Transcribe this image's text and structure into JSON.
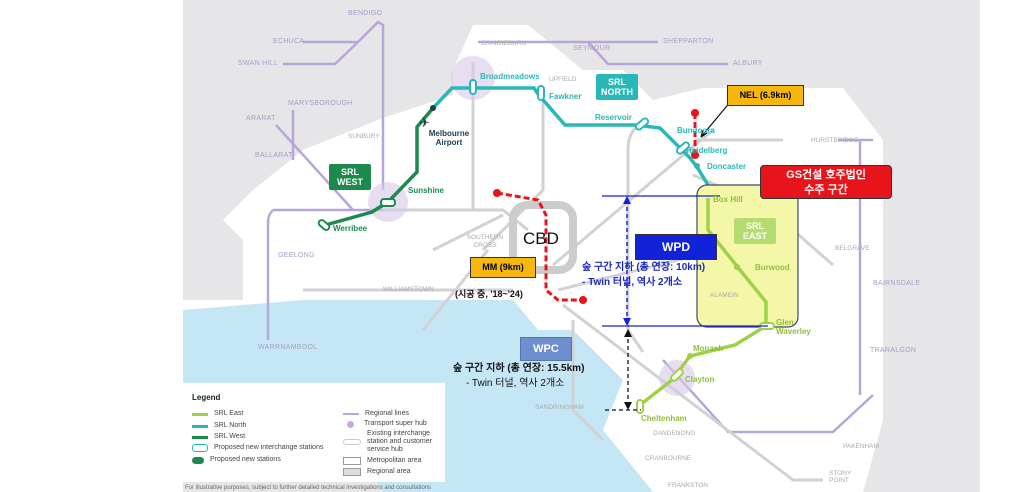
{
  "regional_labels": [
    "ECHUCA",
    "BENDIGO",
    "SWAN HILL",
    "SEYMOUR",
    "SHEPPARTON",
    "ALBURY",
    "MARYSBOROUGH",
    "ARARAT",
    "BALLARAT",
    "GEELONG",
    "WARRNAMBOOL",
    "BAIRNSDALE",
    "TRARALGON"
  ],
  "metro_labels": [
    "CRAIGIEBURN",
    "UPFIELD",
    "SUNBURY",
    "SOUTHERN CROSS",
    "WILLIAMSTOWN",
    "HURSTBRIDGE",
    "BELGRAVE",
    "ALAMEIN",
    "SANDRINGHAM",
    "DANDENONG",
    "CRANBOURNE",
    "PAKENHAM",
    "FRANKSTON",
    "STONY POINT"
  ],
  "stations": {
    "werribee": "Werribee",
    "sunshine": "Sunshine",
    "airport": "Melbourne Airport",
    "broadmeadows": "Broadmeadows",
    "fawkner": "Fawkner",
    "reservoir": "Reservoir",
    "bundoora": "Bundoora",
    "heidelberg": "Heidelberg",
    "doncaster": "Doncaster",
    "box_hill": "Box Hill",
    "burwood": "Burwood",
    "glen_waverley": "Glen Waverley",
    "monash": "Monash",
    "clayton": "Clayton",
    "cheltenham": "Cheltenham"
  },
  "srl_badges": {
    "west": "SRL WEST",
    "north": "SRL NORTH",
    "east": "SRL EAST"
  },
  "annotations": {
    "cbd": "CBD",
    "mm": "MM (9km)",
    "mm_note": "(시공 중, '18~'24)",
    "nel": "NEL (6.9km)",
    "gs_line1": "GS건설 호주법인",
    "gs_line2": "수주 구간",
    "wpd": "WPD",
    "wpd_line1": "숲 구간 지하 (총 연장: 10km)",
    "wpd_line2": "- Twin 터널, 역사 2개소",
    "wpc": "WPC",
    "wpc_line1": "숲 구간 지하 (총 연장: 15.5km)",
    "wpc_line2": "- Twin 터널, 역사 2개소"
  },
  "legend": {
    "title": "Legend",
    "items": [
      "SRL East",
      "SRL North",
      "SRL West",
      "Proposed new interchange stations",
      "Proposed new stations",
      "Regional lines",
      "Transport super hub",
      "Existing interchange station and customer service hub",
      "Metropolitan area",
      "Regional area"
    ]
  },
  "footer": "For illustrative purposes, subject to further detailed technical investigations and consultations",
  "colors": {
    "srl_east": "#9fd04a",
    "srl_north": "#2ab7b7",
    "srl_west": "#1b8a4c",
    "regional": "#b8a6da",
    "metro": "#d2d2d2",
    "red": "#e8141b",
    "wpd": "#1122d8",
    "wpc": "#6e8fcf",
    "orange": "#f6b80c"
  }
}
